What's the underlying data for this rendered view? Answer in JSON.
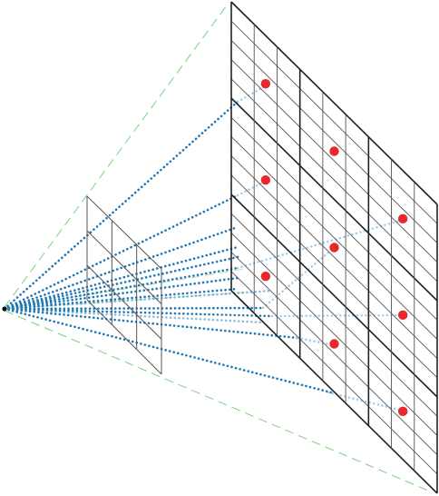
{
  "diagram": {
    "kind": "perspective-projection-grids",
    "near_grid": {
      "rows": 3,
      "cols": 3
    },
    "far_grid": {
      "rows": 15,
      "cols": 9,
      "block_rows": 5,
      "block_cols": 3
    },
    "sample_points": 9,
    "colors": {
      "frustum": "#7fcf7f",
      "projection_ray": "#1f77b4",
      "projection_ray_light": "#9ec9e8",
      "grid_line": "#555555",
      "grid_block_line": "#222222",
      "sample_point": "#e8282a",
      "eye": "#111111"
    }
  }
}
